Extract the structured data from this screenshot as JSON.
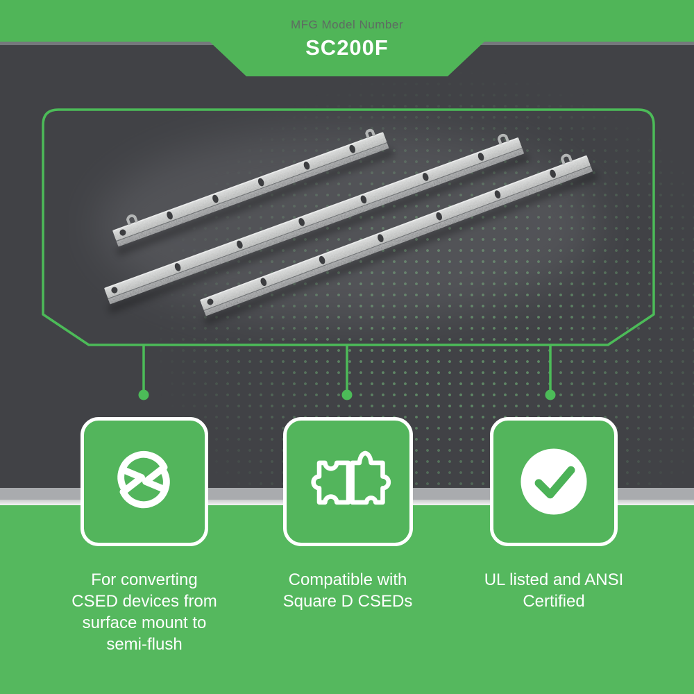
{
  "header": {
    "label": "MFG Model Number",
    "model": "SC200F"
  },
  "features": [
    {
      "icon": "convert-arrows-icon",
      "text": "For converting\nCSED devices from\nsurface mount to\nsemi-flush"
    },
    {
      "icon": "puzzle-pieces-icon",
      "text": "Compatible with\nSquare D CSEDs"
    },
    {
      "icon": "check-circle-icon",
      "text": "UL listed and ANSI\nCertified"
    }
  ],
  "colors": {
    "green": "#52b65b",
    "green_bright": "#4cbb58",
    "dark_bg": "#414246",
    "divider_gray": "#75787c",
    "gray_band": "#a9abae",
    "light_band": "#e9ebeb",
    "label_text": "#5e6a62",
    "text_white": "#ffffff"
  }
}
